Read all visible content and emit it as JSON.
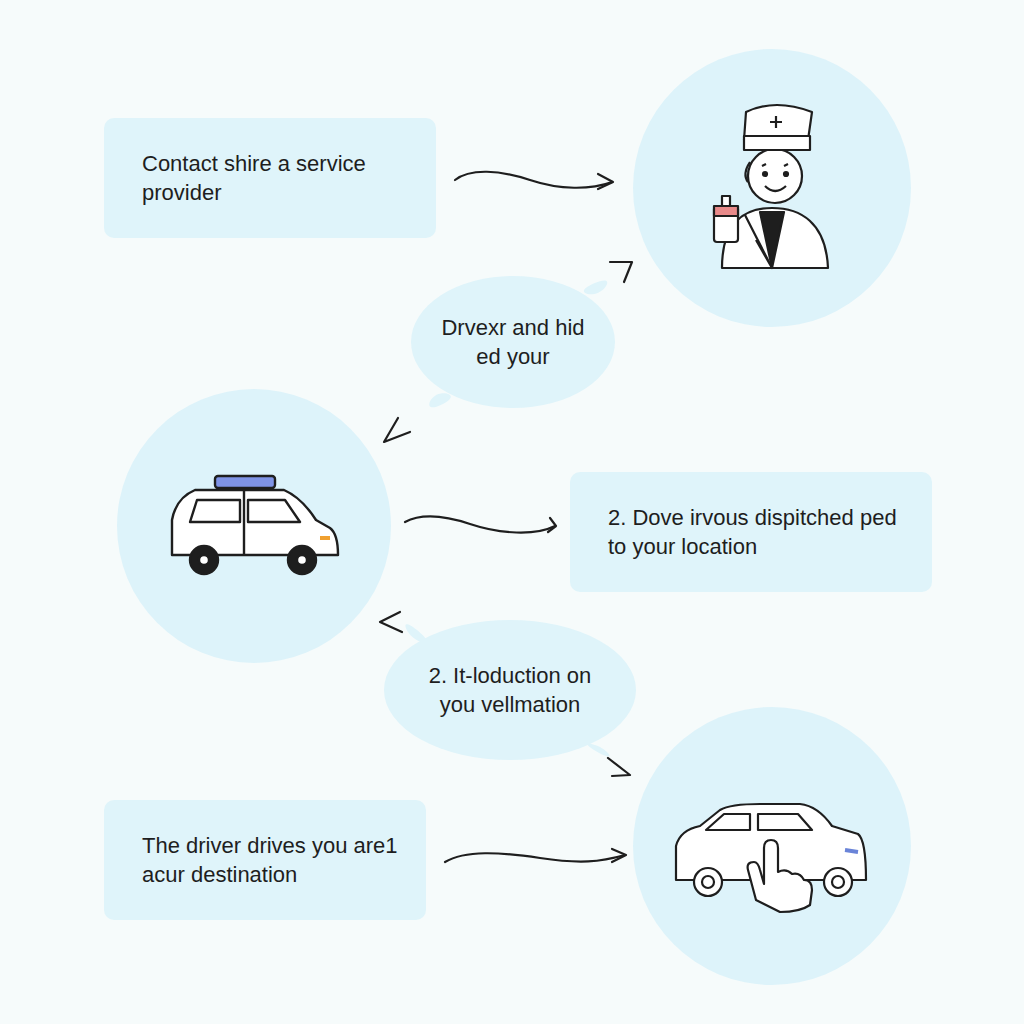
{
  "diagram": {
    "nodes": [
      {
        "text": [
          "Contact shire a service provider"
        ]
      },
      {
        "text": [
          "Drvexr and hid ed your"
        ]
      },
      {
        "text": [
          "2. Dove irvous dispitched ped to your location"
        ]
      },
      {
        "text": [
          "2. It-loduction on you vellmation"
        ]
      },
      {
        "text": [
          "The driver drives you are1 acur destination"
        ]
      }
    ]
  }
}
